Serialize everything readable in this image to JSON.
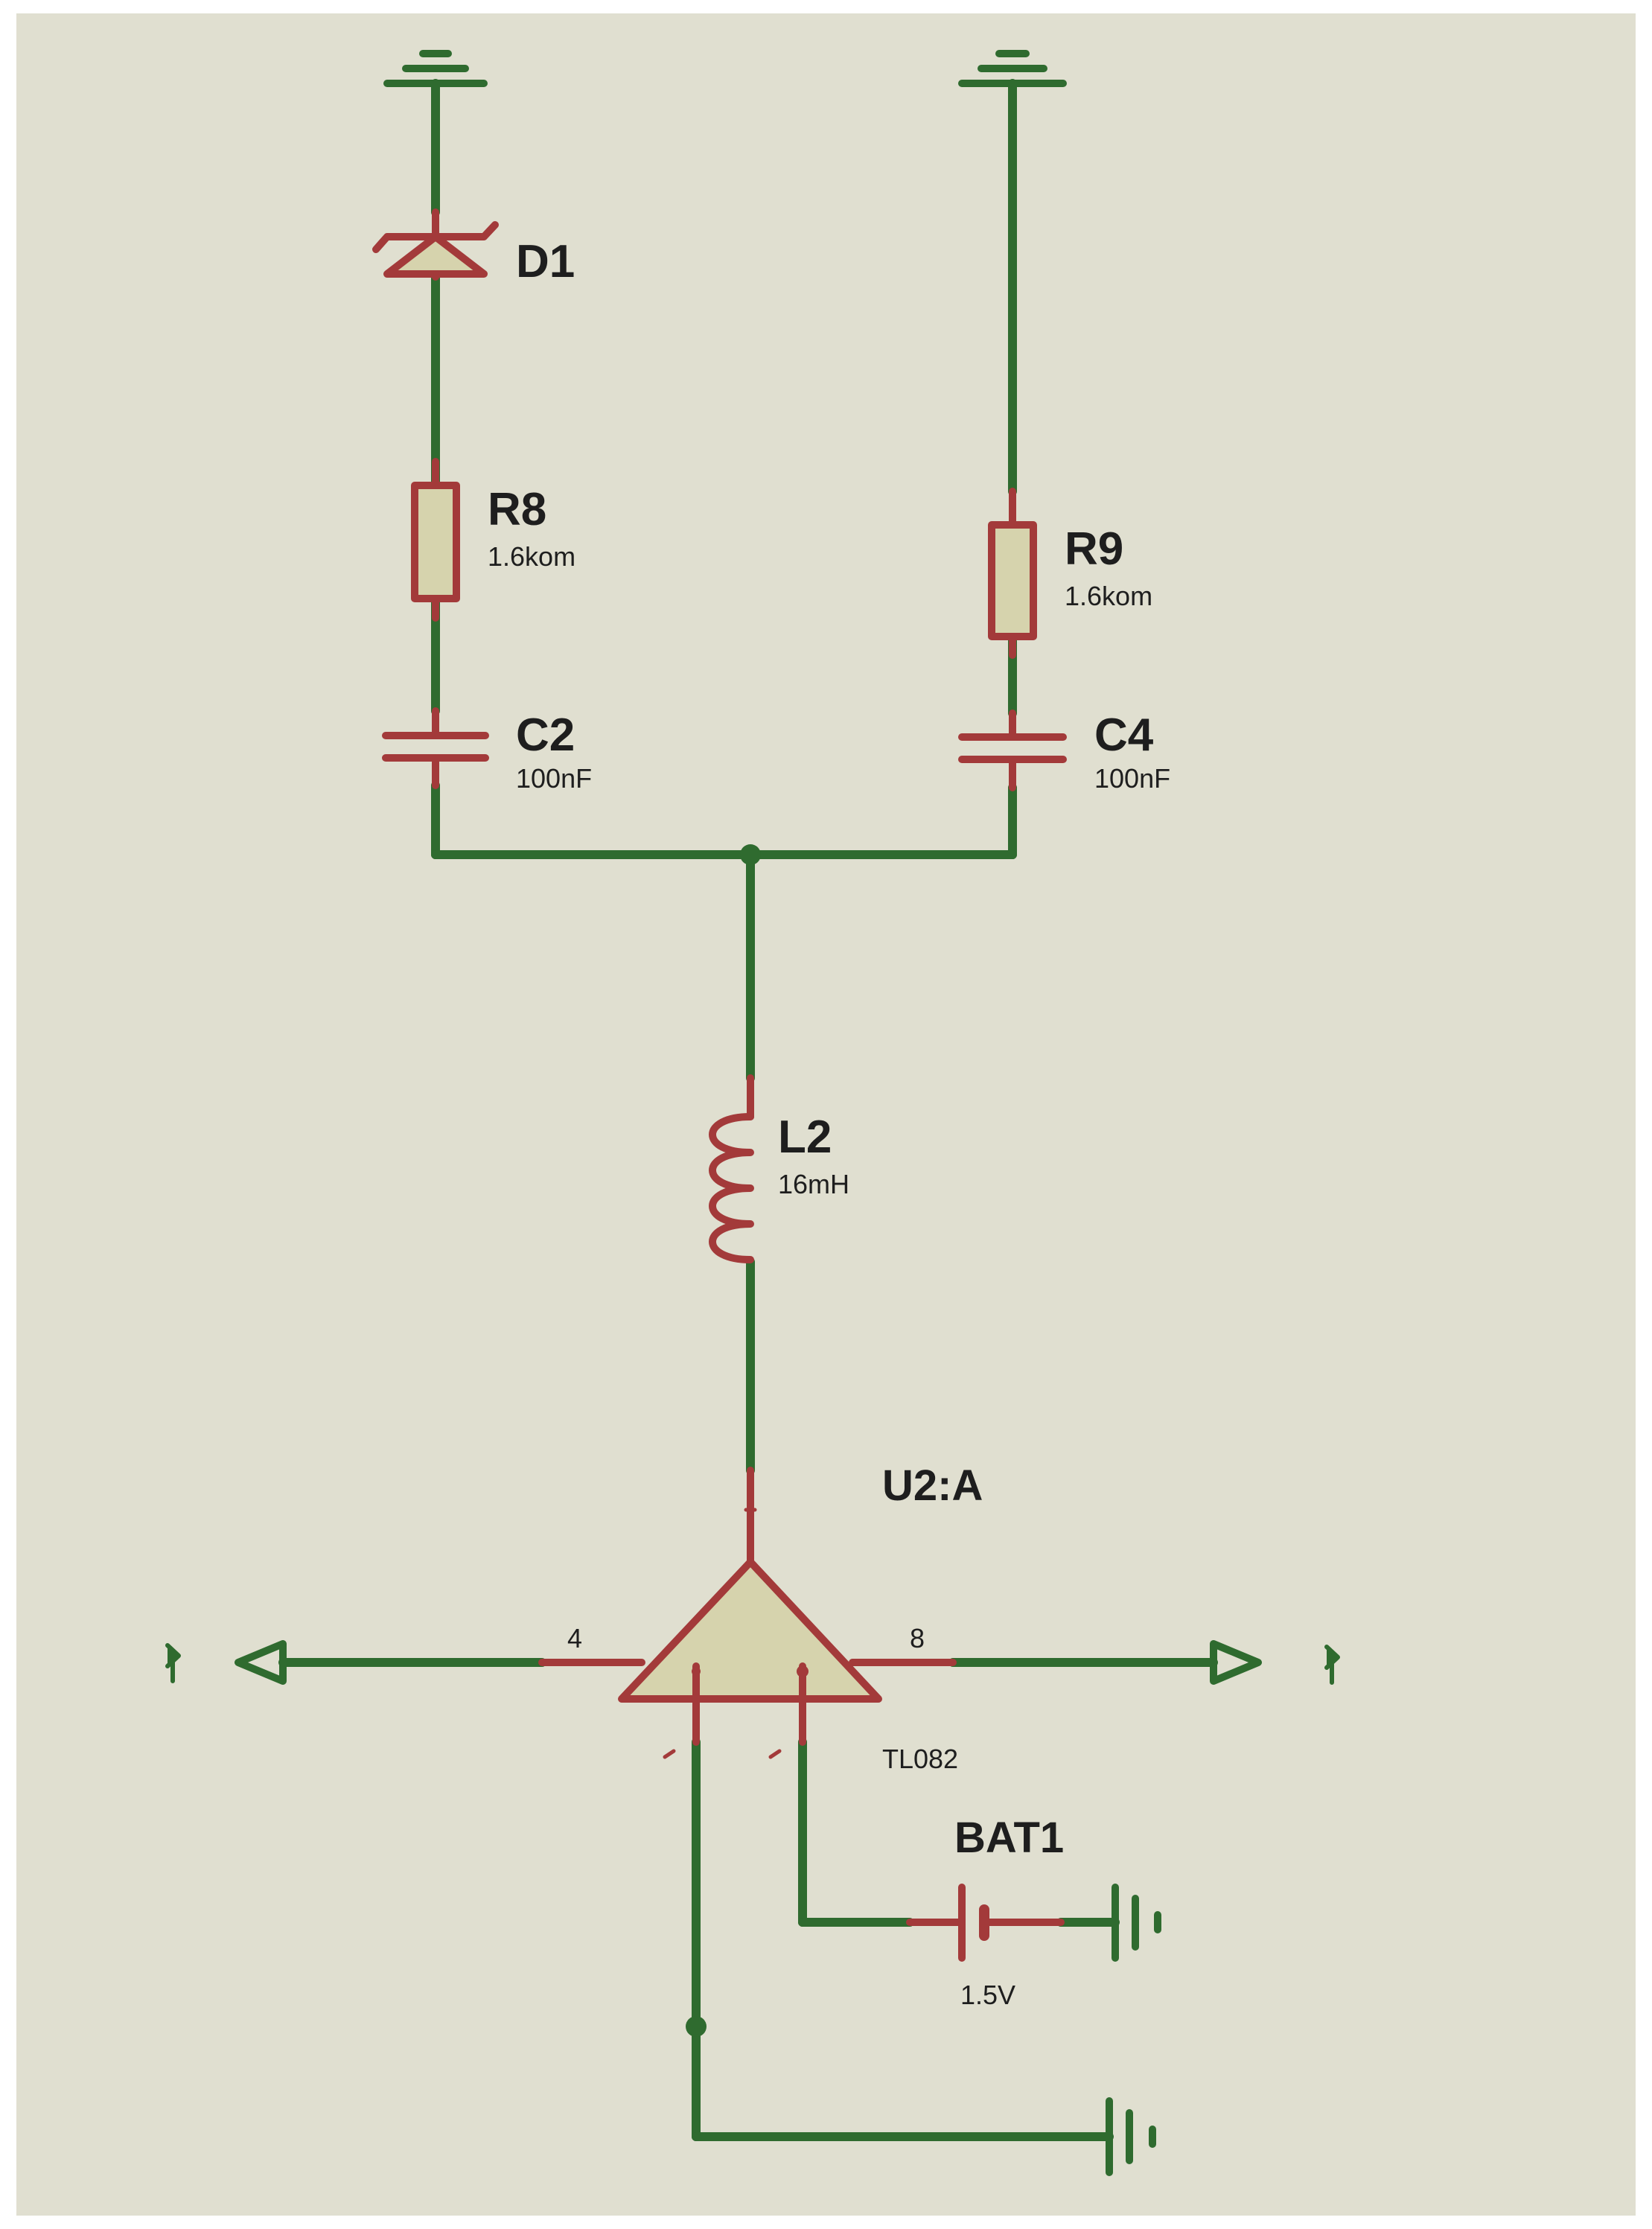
{
  "colors": {
    "wire": "#2f6b2f",
    "component": "#a33a3a",
    "component_fill": "#d6d3ad",
    "background": "#e0dfd0",
    "text": "#1e1e1e"
  },
  "components": {
    "d1": {
      "ref": "D1"
    },
    "r8": {
      "ref": "R8",
      "value": "1.6kom"
    },
    "r9": {
      "ref": "R9",
      "value": "1.6kom"
    },
    "c2": {
      "ref": "C2",
      "value": "100nF"
    },
    "c4": {
      "ref": "C4",
      "value": "100nF"
    },
    "l2": {
      "ref": "L2",
      "value": "16mH"
    },
    "u2": {
      "ref": "U2:A",
      "part": "TL082",
      "pin_left": "4",
      "pin_right": "8"
    },
    "bat1": {
      "ref": "BAT1",
      "value": "1.5V"
    }
  }
}
